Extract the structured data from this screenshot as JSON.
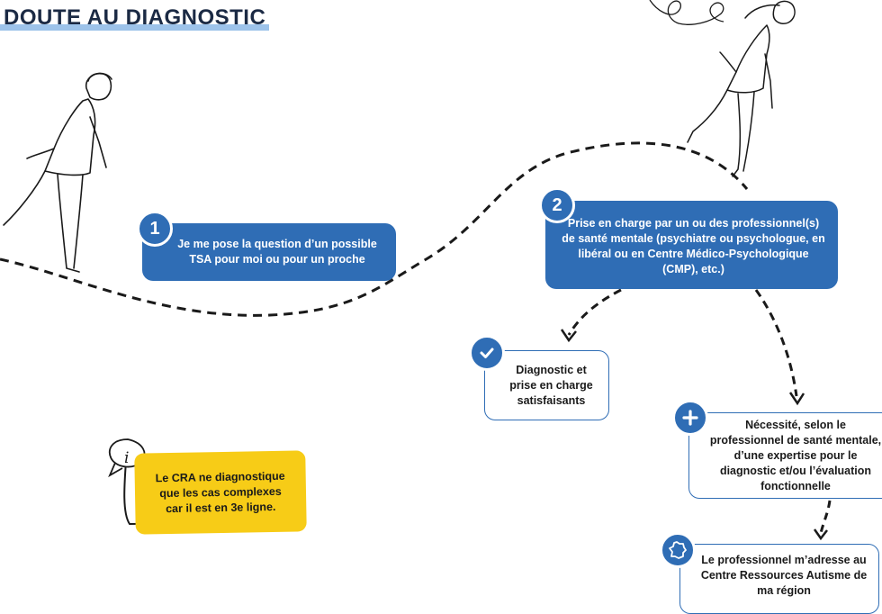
{
  "title": "DOUTE AU DIAGNOSTIC",
  "colors": {
    "blue": "#2f6db5",
    "yellow": "#f7cc17",
    "title_underline": "#9dc3ea"
  },
  "steps": [
    {
      "number": "1",
      "text": "Je me pose la question d’un possible TSA pour moi ou pour un proche"
    },
    {
      "number": "2",
      "text": "Prise en charge par un ou des professionnel(s) de santé mentale (psychiatre ou psychologue, en libéral ou en Centre Médico-Psychologique (CMP), etc.)"
    }
  ],
  "outcomes": [
    {
      "icon": "check-icon",
      "text": "Diagnostic et prise en charge satisfaisants"
    },
    {
      "icon": "plus-icon",
      "text": "Nécessité, selon le professionnel de santé mentale, d’une expertise pour le diagnostic et/ou l’évaluation fonctionnelle"
    },
    {
      "icon": "france-map-icon",
      "text": "Le professionnel m’adresse au Centre Ressources Autisme de ma région"
    }
  ],
  "info_note": {
    "icon": "info-icon",
    "text": "Le CRA ne diagnostique que les cas complexes car il est en 3e ligne."
  }
}
